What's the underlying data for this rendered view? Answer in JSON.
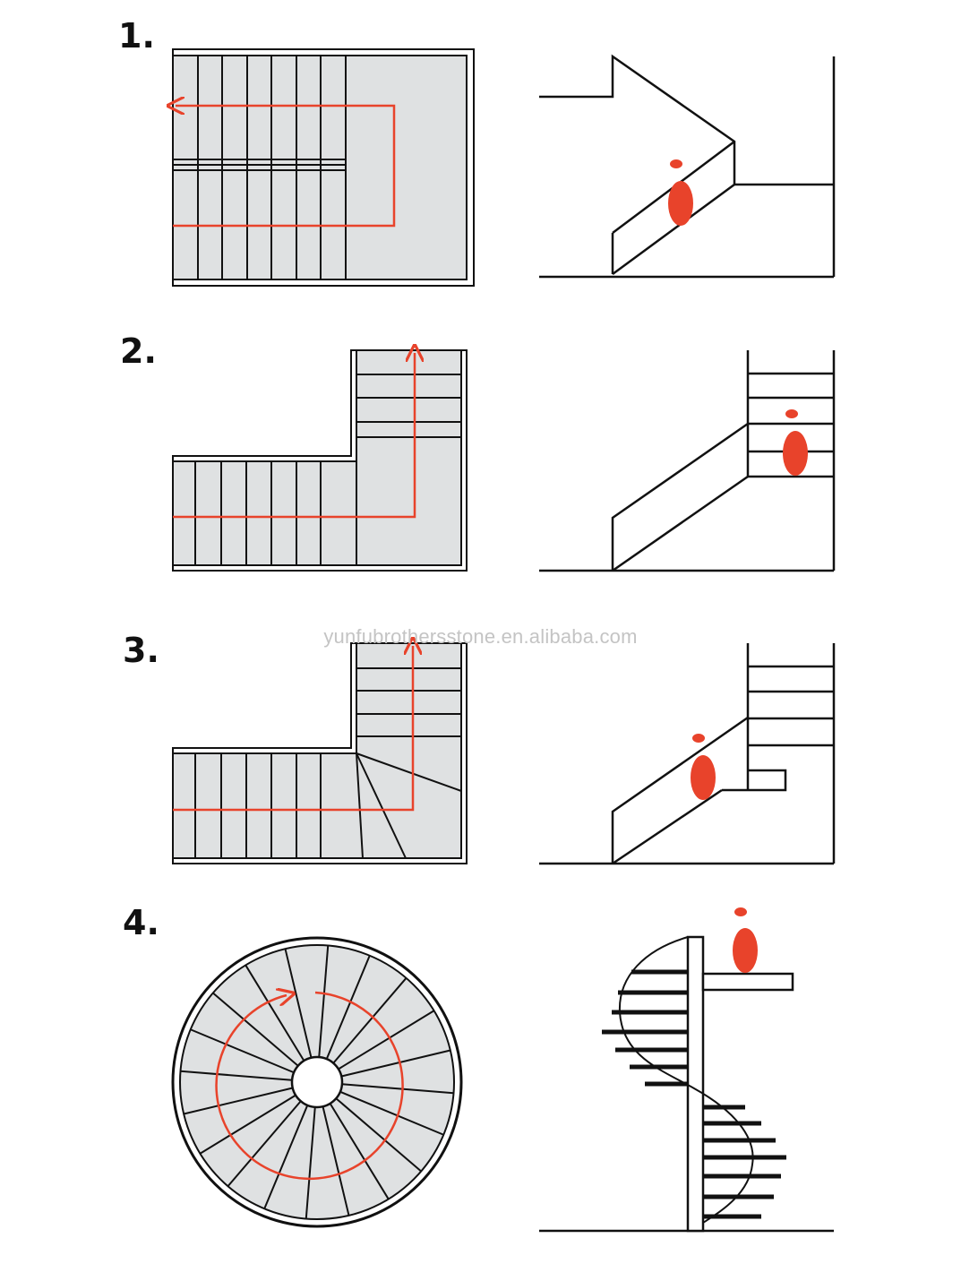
{
  "diagrams": [
    {
      "number": "1."
    },
    {
      "number": "2."
    },
    {
      "number": "3."
    },
    {
      "number": "4."
    }
  ],
  "watermark": "yunfubrothersstone.en.alibaba.com",
  "colors": {
    "line": "#111111",
    "floor": "#dfe1e2",
    "path": "#e8432b",
    "person": "#e8432b"
  }
}
